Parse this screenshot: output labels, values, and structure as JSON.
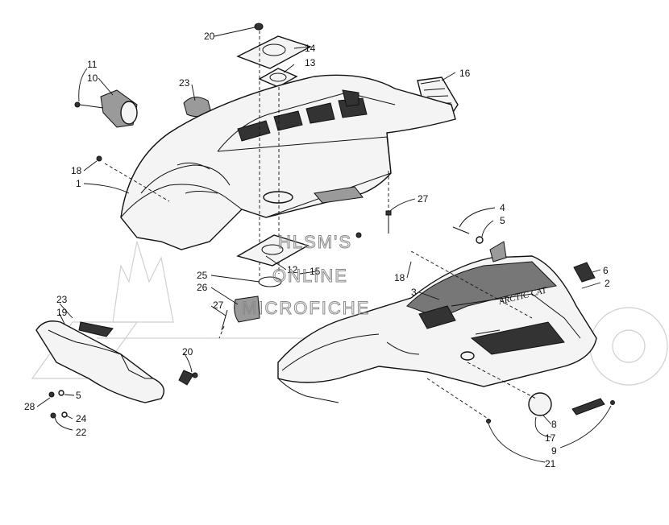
{
  "watermark": {
    "line1": "HLSM'S",
    "line2": "ONLINE",
    "line3": "MICROFICHE"
  },
  "brand_decal": "ARCTIC CAT",
  "callouts": {
    "c20a": "20",
    "c14": "14",
    "c13": "13",
    "c11": "11",
    "c10": "10",
    "c16": "16",
    "c23a": "23",
    "c18a": "18",
    "c1": "1",
    "c27a": "27",
    "c4": "4",
    "c5a": "5",
    "c18b": "18",
    "c12": "12",
    "c15": "15",
    "c3": "3",
    "c6": "6",
    "c2": "2",
    "c25": "25",
    "c26": "26",
    "c27b": "27",
    "c23b": "23",
    "c19": "19",
    "c20b": "20",
    "c28": "28",
    "c5b": "5",
    "c24": "24",
    "c22": "22",
    "c8": "8",
    "c17": "17",
    "c9": "9",
    "c21": "21"
  }
}
